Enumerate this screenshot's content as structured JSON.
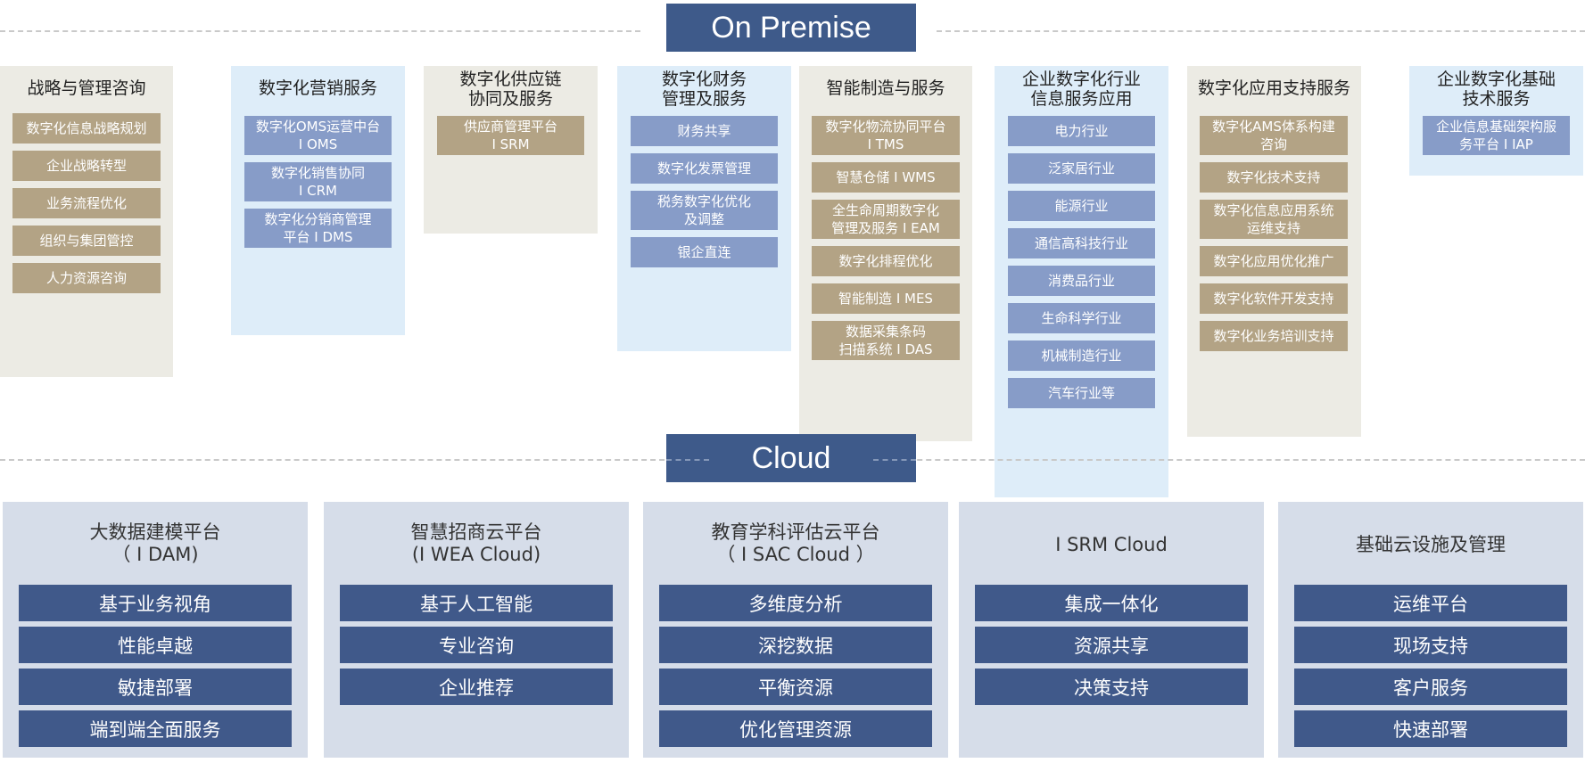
{
  "on_premise": {
    "label": "On Premise",
    "columns": [
      {
        "title": "战略与管理咨询",
        "items": [
          "数字化信息战略规划",
          "企业战略转型",
          "业务流程优化",
          "组织与集团管控",
          "人力资源咨询"
        ]
      },
      {
        "title": "数字化营销服务",
        "items": [
          "数字化OMS运营中台\nI OMS",
          "数字化销售协同\nI CRM",
          "数字化分销商管理\n平台 I DMS"
        ]
      },
      {
        "title": "数字化供应链\n协同及服务",
        "items": [
          "供应商管理平台\nI SRM"
        ]
      },
      {
        "title": "数字化财务\n管理及服务",
        "items": [
          "财务共享",
          "数字化发票管理",
          "税务数字化优化\n及调整",
          "银企直连"
        ]
      },
      {
        "title": "智能制造与服务",
        "items": [
          "数字化物流协同平台\nI TMS",
          "智慧仓储 I WMS",
          "全生命周期数字化\n管理及服务 I EAM",
          "数字化排程优化",
          "智能制造 I MES",
          "数据采集条码\n扫描系统 I DAS"
        ]
      },
      {
        "title": "企业数字化行业\n信息服务应用",
        "items": [
          "电力行业",
          "泛家居行业",
          "能源行业",
          "通信高科技行业",
          "消费品行业",
          "生命科学行业",
          "机械制造行业",
          "汽车行业等"
        ]
      },
      {
        "title": "数字化应用支持服务",
        "items": [
          "数字化AMS体系构建\n咨询",
          "数字化技术支持",
          "数字化信息应用系统\n运维支持",
          "数字化应用优化推广",
          "数字化软件开发支持",
          "数字化业务培训支持"
        ]
      },
      {
        "title": "企业数字化基础\n技术服务",
        "items": [
          "企业信息基础架构服\n务平台 I IAP"
        ]
      }
    ]
  },
  "cloud": {
    "label": "Cloud",
    "panels": [
      {
        "title": "大数据建模平台\n（ I DAM)",
        "items": [
          "基于业务视角",
          "性能卓越",
          "敏捷部署",
          "端到端全面服务"
        ]
      },
      {
        "title": "智慧招商云平台\n(I WEA Cloud)",
        "items": [
          "基于人工智能",
          "专业咨询",
          "企业推荐"
        ]
      },
      {
        "title": "教育学科评估云平台\n（ I SAC Cloud ）",
        "items": [
          "多维度分析",
          "深挖数据",
          "平衡资源",
          "优化管理资源"
        ]
      },
      {
        "title": "I SRM Cloud",
        "items": [
          "集成一体化",
          "资源共享",
          "决策支持"
        ]
      },
      {
        "title": "基础云设施及管理",
        "items": [
          "运维平台",
          "现场支持",
          "客户服务",
          "快速部署"
        ]
      }
    ]
  },
  "colors": {
    "banner": "#3e5a8a",
    "beige_panel": "#ecebe4",
    "blue_panel": "#deedf9",
    "tan_item": "#b3a385",
    "periwinkle_item": "#879cc8",
    "cloud_panel": "#d6dde9",
    "cloud_item": "#40598a"
  }
}
